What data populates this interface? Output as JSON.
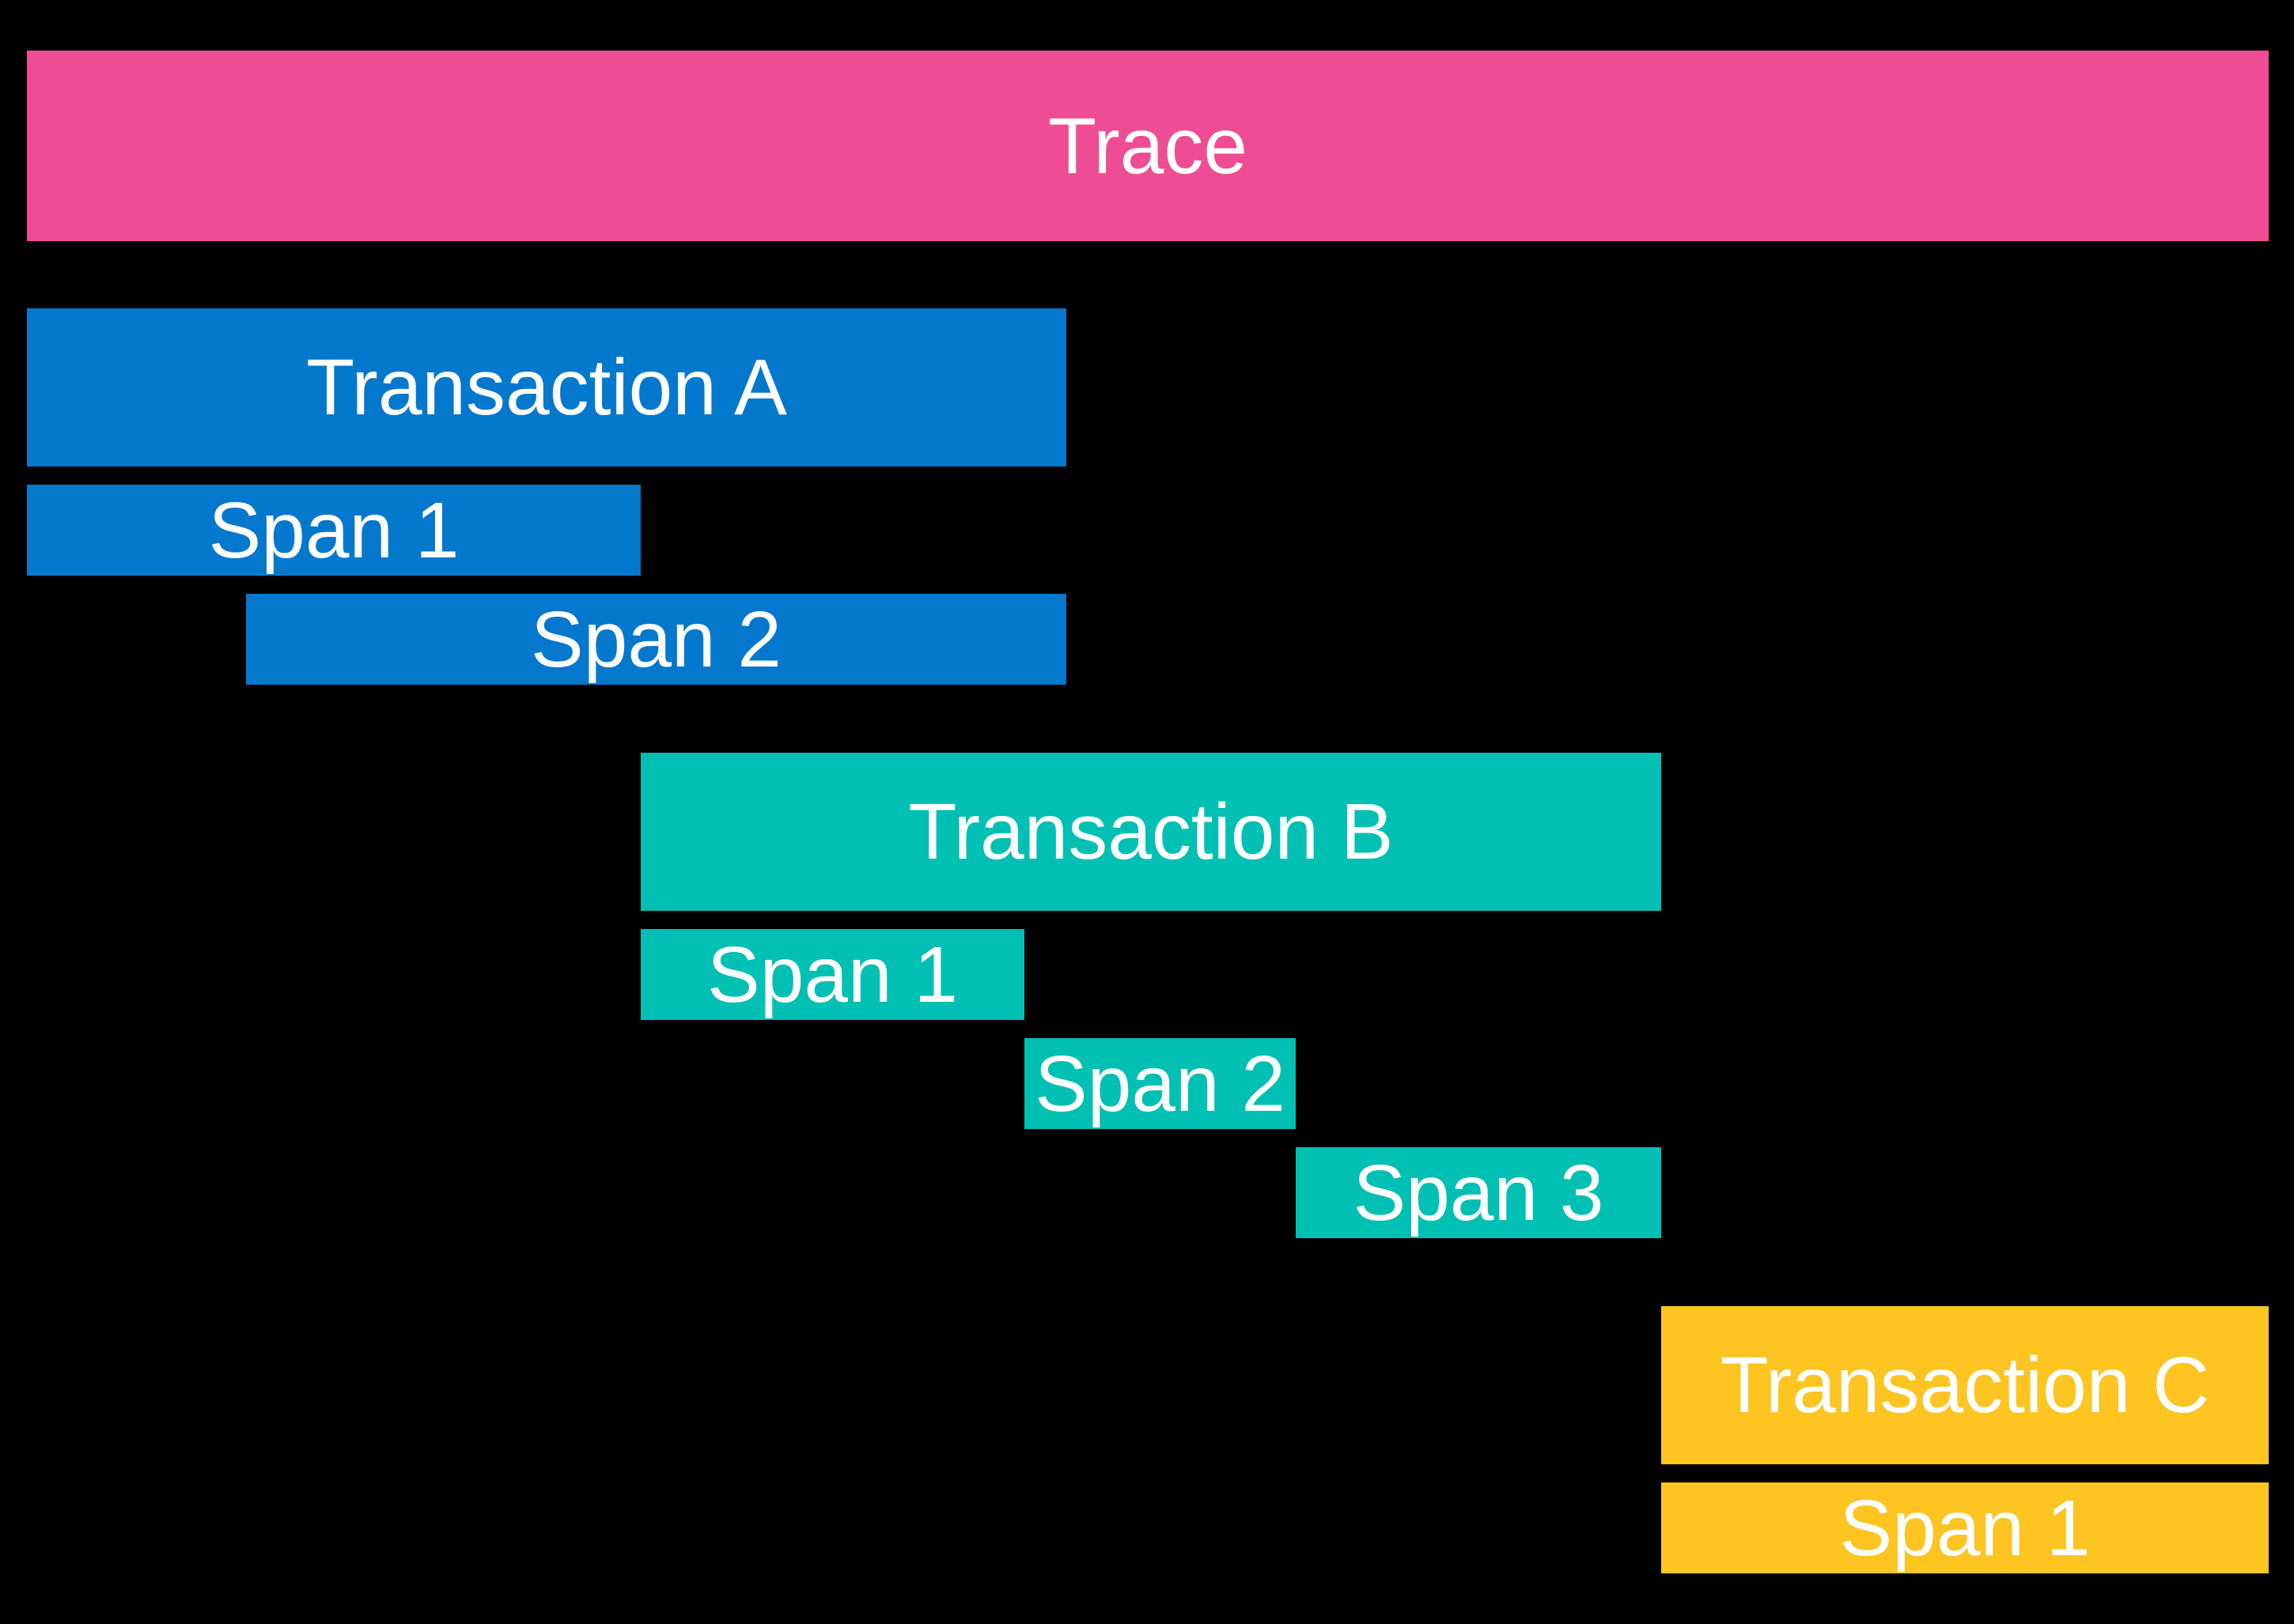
{
  "diagram": {
    "type": "distributed-tracing-hierarchy",
    "background_color": "#000000",
    "text_color": "#FFFFFF",
    "colors": {
      "trace_pink": "#EE4D93",
      "transaction_a_blue": "#0478CD",
      "transaction_b_teal": "#00BFB3",
      "transaction_c_yellow": "#FDC422"
    },
    "bars": {
      "trace": {
        "label": "Trace",
        "level": "trace"
      },
      "transaction_a": {
        "label": "Transaction A",
        "level": "transaction",
        "parent": "Trace"
      },
      "a_span_1": {
        "label": "Span 1",
        "level": "span",
        "parent": "Transaction A"
      },
      "a_span_2": {
        "label": "Span 2",
        "level": "span",
        "parent": "Transaction A"
      },
      "transaction_b": {
        "label": "Transaction B",
        "level": "transaction",
        "parent": "Trace"
      },
      "b_span_1": {
        "label": "Span 1",
        "level": "span",
        "parent": "Transaction B"
      },
      "b_span_2": {
        "label": "Span 2",
        "level": "span",
        "parent": "Transaction B"
      },
      "b_span_3": {
        "label": "Span 3",
        "level": "span",
        "parent": "Transaction B"
      },
      "transaction_c": {
        "label": "Transaction C",
        "level": "transaction",
        "parent": "Trace"
      },
      "c_span_1": {
        "label": "Span 1",
        "level": "span",
        "parent": "Transaction C"
      }
    }
  }
}
